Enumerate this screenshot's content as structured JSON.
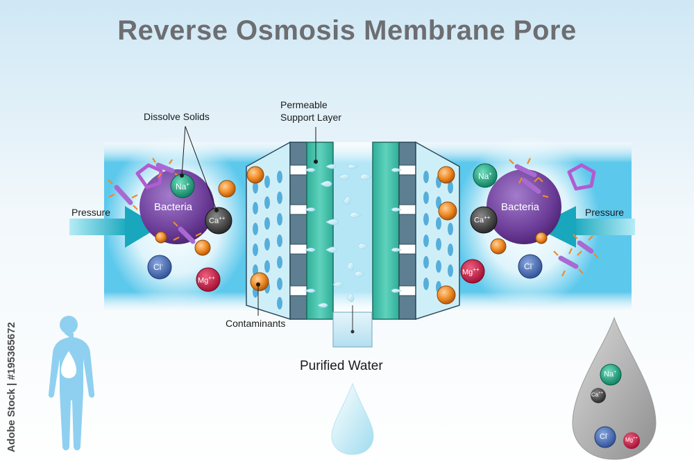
{
  "title": "Reverse Osmosis Membrane Pore",
  "labels": {
    "dissolve_solids": "Dissolve Solids",
    "permeable_line1": "Permeable",
    "permeable_line2": "Support Layer",
    "pressure_left": "Pressure",
    "pressure_right": "Pressure",
    "contaminants": "Contaminants",
    "purified_water": "Purified Water"
  },
  "particles": {
    "bacteria": "Bacteria",
    "sodium": "Na",
    "sodium_charge": "+",
    "calcium": "Ca",
    "calcium_charge": "++",
    "chloride": "Cl",
    "chloride_charge": "-",
    "magnesium": "Mg",
    "magnesium_charge": "++"
  },
  "watermark_side": "Adobe Stock | #195365672",
  "colors": {
    "title": "#6d6e71",
    "bacteria": "#6b3c97",
    "sodium": "#0e9a75",
    "calcium": "#3b3b3b",
    "chloride": "#3d63b0",
    "magnesium": "#c4123d",
    "contaminant": "#f08a24",
    "membrane_teal": "#3fbfaa",
    "membrane_gray": "#5e7f92",
    "water_blue": "#5cc8ec",
    "body_silhouette": "#8fd0f0"
  }
}
